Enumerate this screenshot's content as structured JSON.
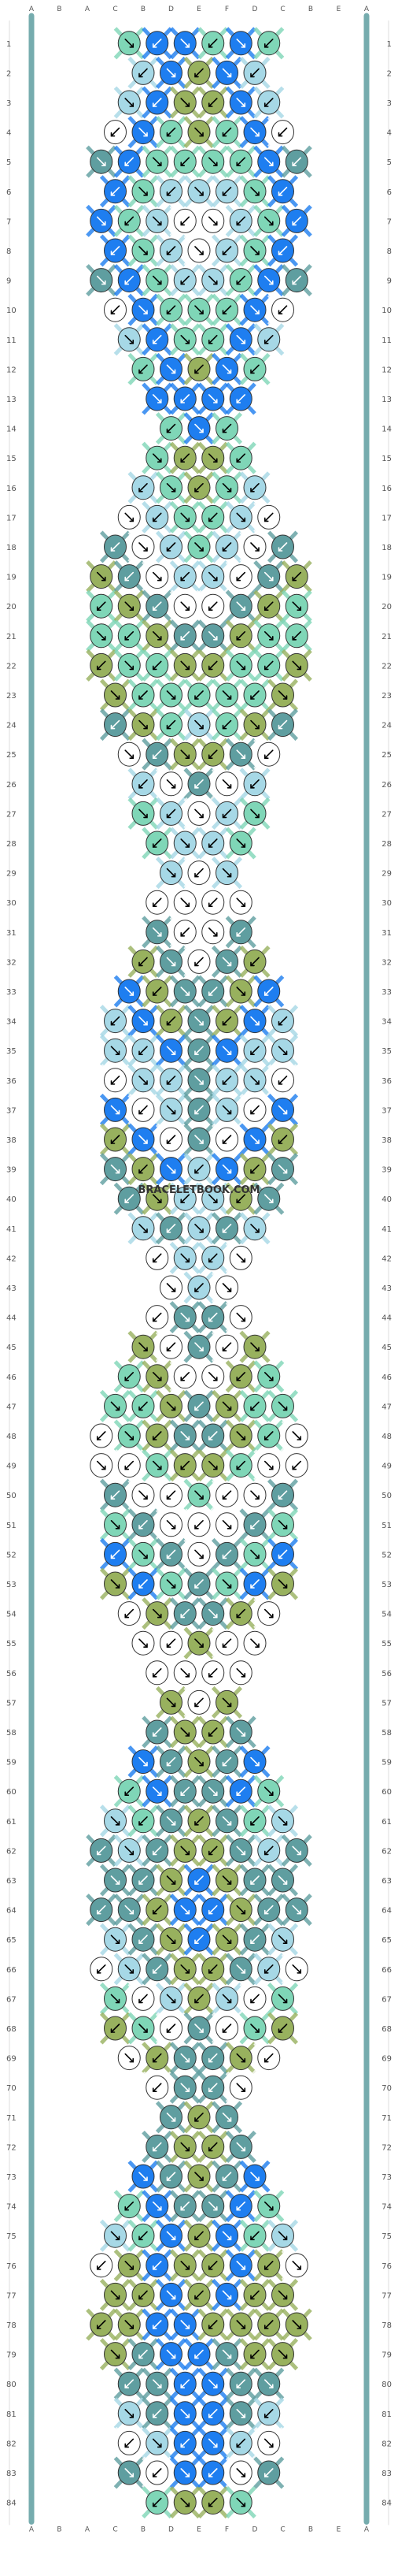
{
  "watermark": "BRACELETBOOK.COM",
  "row_count": 84,
  "strings": [
    "A",
    "B",
    "A",
    "C",
    "B",
    "D",
    "E",
    "F",
    "D",
    "C",
    "B",
    "E",
    "A"
  ],
  "colors": {
    "A": "#5f9ea0",
    "B": "#ffffff",
    "C": "#a6d8e6",
    "D": "#7fd6b7",
    "E": "#1e7ef0",
    "F": "#98b15e"
  },
  "knot_rows": [
    [
      "D",
      "E",
      "E",
      "D",
      "E",
      "D"
    ],
    [
      "C",
      "E",
      "F",
      "E",
      "C"
    ],
    [
      "C",
      "E",
      "F",
      "F",
      "E",
      "C"
    ],
    [
      "B",
      "E",
      "D",
      "F",
      "D",
      "E",
      "B"
    ],
    [
      "A",
      "E",
      "D",
      "D",
      "D",
      "D",
      "E",
      "A"
    ],
    [
      "E",
      "D",
      "C",
      "C",
      "C",
      "D",
      "E"
    ],
    [
      "E",
      "D",
      "C",
      "B",
      "B",
      "C",
      "D",
      "E"
    ],
    [
      "E",
      "D",
      "C",
      "B",
      "C",
      "D",
      "E"
    ],
    [
      "A",
      "E",
      "D",
      "C",
      "C",
      "D",
      "E",
      "A"
    ],
    [
      "B",
      "E",
      "D",
      "D",
      "D",
      "E",
      "B"
    ],
    [
      "C",
      "E",
      "D",
      "D",
      "E",
      "C"
    ],
    [
      "D",
      "E",
      "F",
      "E",
      "D"
    ],
    [
      "E",
      "E",
      "E",
      "E"
    ],
    [
      "D",
      "E",
      "D"
    ],
    [
      "D",
      "F",
      "F",
      "D"
    ],
    [
      "C",
      "D",
      "F",
      "D",
      "C"
    ],
    [
      "B",
      "C",
      "D",
      "D",
      "C",
      "B"
    ],
    [
      "A",
      "B",
      "C",
      "D",
      "C",
      "B",
      "A"
    ],
    [
      "F",
      "A",
      "B",
      "C",
      "C",
      "B",
      "A",
      "F"
    ],
    [
      "D",
      "F",
      "A",
      "B",
      "B",
      "A",
      "F",
      "D"
    ],
    [
      "D",
      "D",
      "F",
      "A",
      "A",
      "F",
      "D",
      "D"
    ],
    [
      "F",
      "D",
      "D",
      "F",
      "F",
      "D",
      "D",
      "F"
    ],
    [
      "F",
      "D",
      "D",
      "D",
      "D",
      "D",
      "F"
    ],
    [
      "A",
      "F",
      "D",
      "C",
      "D",
      "F",
      "A"
    ],
    [
      "B",
      "A",
      "F",
      "F",
      "A",
      "B"
    ],
    [
      "C",
      "B",
      "A",
      "B",
      "C"
    ],
    [
      "D",
      "C",
      "B",
      "C",
      "D"
    ],
    [
      "D",
      "C",
      "C",
      "D"
    ],
    [
      "C",
      "B",
      "C"
    ],
    [
      "B",
      "B",
      "B",
      "B"
    ],
    [
      "A",
      "B",
      "B",
      "A"
    ],
    [
      "F",
      "A",
      "B",
      "A",
      "F"
    ],
    [
      "E",
      "F",
      "A",
      "A",
      "F",
      "E"
    ],
    [
      "C",
      "E",
      "F",
      "A",
      "F",
      "E",
      "C"
    ],
    [
      "C",
      "C",
      "E",
      "A",
      "E",
      "C",
      "C"
    ],
    [
      "B",
      "C",
      "C",
      "A",
      "C",
      "C",
      "B"
    ],
    [
      "E",
      "B",
      "C",
      "A",
      "C",
      "B",
      "E"
    ],
    [
      "F",
      "E",
      "B",
      "A",
      "B",
      "E",
      "F"
    ],
    [
      "A",
      "F",
      "E",
      "C",
      "E",
      "F",
      "A"
    ],
    [
      "A",
      "F",
      "C",
      "C",
      "F",
      "A"
    ],
    [
      "C",
      "A",
      "C",
      "A",
      "C"
    ],
    [
      "B",
      "C",
      "C",
      "B"
    ],
    [
      "B",
      "C",
      "B"
    ],
    [
      "B",
      "A",
      "A",
      "B"
    ],
    [
      "F",
      "B",
      "A",
      "B",
      "F"
    ],
    [
      "D",
      "F",
      "B",
      "B",
      "F",
      "D"
    ],
    [
      "D",
      "D",
      "F",
      "A",
      "F",
      "D",
      "D"
    ],
    [
      "B",
      "D",
      "F",
      "A",
      "A",
      "F",
      "D",
      "B"
    ],
    [
      "B",
      "B",
      "D",
      "F",
      "F",
      "D",
      "B",
      "B"
    ],
    [
      "A",
      "B",
      "B",
      "D",
      "B",
      "B",
      "A"
    ],
    [
      "D",
      "A",
      "B",
      "B",
      "B",
      "A",
      "D"
    ],
    [
      "E",
      "D",
      "A",
      "B",
      "A",
      "D",
      "E"
    ],
    [
      "F",
      "E",
      "D",
      "A",
      "D",
      "E",
      "F"
    ],
    [
      "B",
      "F",
      "A",
      "A",
      "F",
      "B"
    ],
    [
      "B",
      "B",
      "F",
      "B",
      "B"
    ],
    [
      "B",
      "B",
      "B",
      "B"
    ],
    [
      "F",
      "B",
      "F"
    ],
    [
      "A",
      "F",
      "F",
      "A"
    ],
    [
      "E",
      "A",
      "F",
      "A",
      "E"
    ],
    [
      "D",
      "E",
      "A",
      "A",
      "E",
      "D"
    ],
    [
      "C",
      "D",
      "A",
      "F",
      "A",
      "D",
      "C"
    ],
    [
      "A",
      "C",
      "A",
      "F",
      "F",
      "A",
      "C",
      "A"
    ],
    [
      "A",
      "A",
      "F",
      "E",
      "F",
      "A",
      "A"
    ],
    [
      "A",
      "A",
      "F",
      "E",
      "E",
      "F",
      "A",
      "A"
    ],
    [
      "C",
      "A",
      "F",
      "E",
      "F",
      "A",
      "C"
    ],
    [
      "B",
      "C",
      "A",
      "F",
      "F",
      "A",
      "C",
      "B"
    ],
    [
      "D",
      "B",
      "C",
      "F",
      "C",
      "B",
      "D"
    ],
    [
      "F",
      "D",
      "B",
      "A",
      "B",
      "D",
      "F"
    ],
    [
      "B",
      "F",
      "A",
      "A",
      "F",
      "B"
    ],
    [
      "B",
      "A",
      "A",
      "B"
    ],
    [
      "A",
      "F",
      "A"
    ],
    [
      "A",
      "F",
      "F",
      "A"
    ],
    [
      "E",
      "A",
      "F",
      "A",
      "E"
    ],
    [
      "D",
      "E",
      "A",
      "A",
      "E",
      "D"
    ],
    [
      "C",
      "D",
      "E",
      "F",
      "E",
      "D",
      "C"
    ],
    [
      "B",
      "F",
      "E",
      "F",
      "F",
      "E",
      "F",
      "B"
    ],
    [
      "F",
      "F",
      "E",
      "F",
      "E",
      "F",
      "F"
    ],
    [
      "F",
      "F",
      "E",
      "E",
      "F",
      "F",
      "F",
      "F"
    ],
    [
      "F",
      "A",
      "E",
      "E",
      "A",
      "F",
      "F"
    ],
    [
      "A",
      "A",
      "E",
      "E",
      "A",
      "A"
    ],
    [
      "C",
      "A",
      "E",
      "E",
      "A",
      "C"
    ],
    [
      "B",
      "C",
      "E",
      "E",
      "C",
      "B"
    ],
    [
      "A",
      "B",
      "E",
      "E",
      "B",
      "A"
    ],
    [
      "D",
      "F",
      "F",
      "D"
    ]
  ]
}
